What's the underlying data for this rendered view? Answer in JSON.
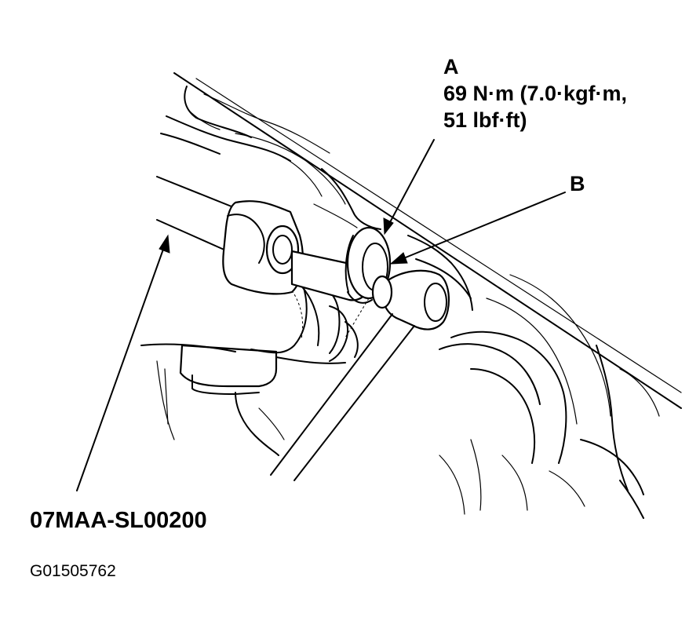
{
  "callouts": {
    "a": {
      "letter": "A",
      "torque_line1": "69 N·m (7.0·kgf·m,",
      "torque_line2": "51 lbf·ft)"
    },
    "b": {
      "letter": "B"
    }
  },
  "tool_number": "07MAA-SL00200",
  "figure_id": "G01505762"
}
